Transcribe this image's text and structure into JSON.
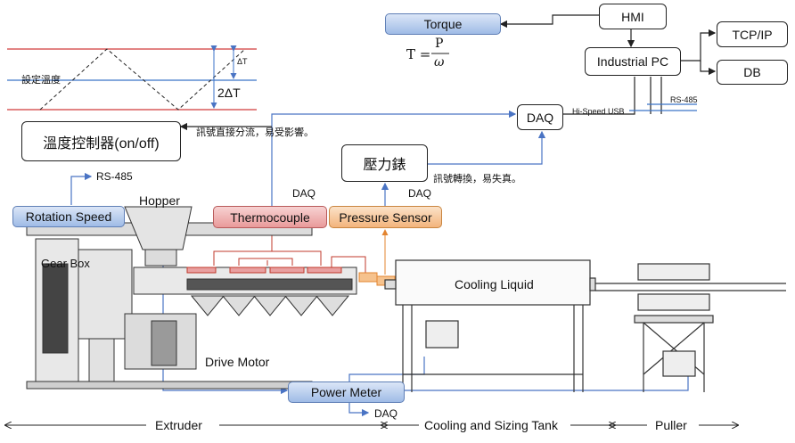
{
  "boxes": {
    "torque": "Torque",
    "hmi": "HMI",
    "industrial_pc": "Industrial PC",
    "tcpip": "TCP/IP",
    "db": "DB",
    "daq": "DAQ",
    "temp_controller": "溫度控制器(on/off)",
    "pressure_gauge": "壓力錶",
    "rotation_speed": "Rotation Speed",
    "thermocouple": "Thermocouple",
    "pressure_sensor": "Pressure Sensor",
    "power_meter": "Power Meter"
  },
  "labels": {
    "set_temp": "設定溫度",
    "delta_t": "ΔT",
    "two_delta_t": "2ΔT",
    "formula_t": "T =",
    "formula_p": "P",
    "formula_omega": "ω",
    "signal_split": "訊號直接分流，易受影響。",
    "signal_convert": "訊號轉換，易失真。",
    "hi_speed_usb": "Hi-Speed USB",
    "rs485_right": "RS-485",
    "rs485_left": "RS-485",
    "hopper": "Hopper",
    "daq_thermo": "DAQ",
    "daq_pressure": "DAQ",
    "daq_power": "DAQ",
    "gear_box": "Gear Box",
    "drive_motor": "Drive Motor",
    "cooling_liquid": "Cooling Liquid",
    "extruder": "Extruder",
    "cooling_tank": "Cooling and Sizing Tank",
    "puller": "Puller"
  },
  "colors": {
    "blue_line": "#4a74c4",
    "red_line": "#c0392b",
    "orange_line": "#e3842f"
  }
}
